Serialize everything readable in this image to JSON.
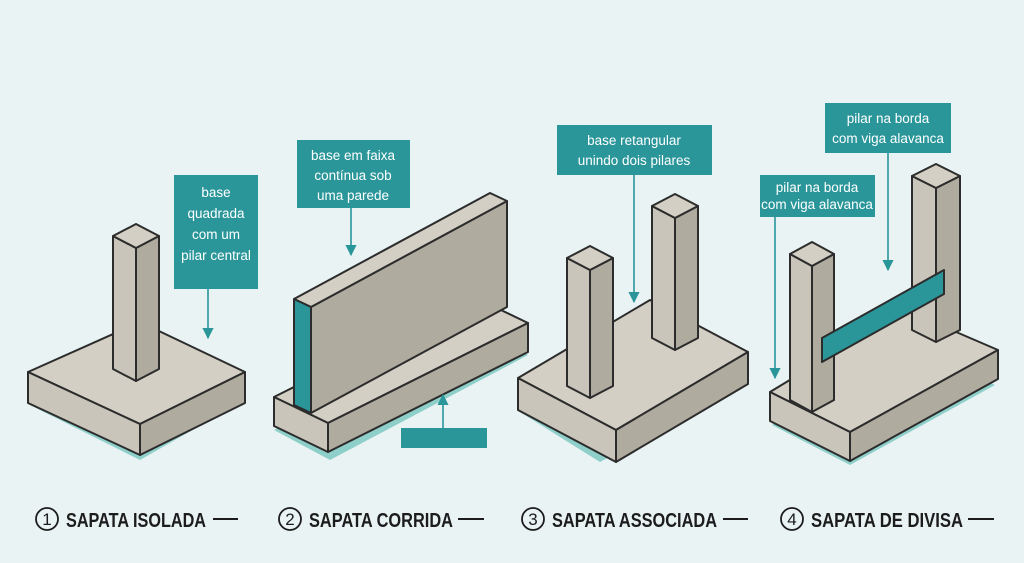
{
  "colors": {
    "background": "#e9f3f3",
    "concrete_top": "#d3cfc4",
    "concrete_left": "#c9c5ba",
    "concrete_right": "#b0ab9f",
    "shadow": "#8ecfca",
    "teal_box": "#2a969a",
    "outline": "#2c2c2c"
  },
  "footings": [
    {
      "number": "1",
      "title": "SAPATA ISOLADA",
      "label": [
        "base",
        "quadrada",
        "com um",
        "pilar central"
      ]
    },
    {
      "number": "2",
      "title": "SAPATA CORRIDA",
      "label": [
        "base em faixa",
        "contínua sob",
        "uma parede"
      ]
    },
    {
      "number": "3",
      "title": "SAPATA ASSOCIADA",
      "label": [
        "base retangular",
        "unindo dois pilares"
      ]
    },
    {
      "number": "4",
      "title": "SAPATA DE DIVISA",
      "label_left": [
        "pilar na borda",
        "com viga alavanca"
      ],
      "label_right": [
        "pilar na borda",
        "com viga alavanca"
      ]
    }
  ]
}
